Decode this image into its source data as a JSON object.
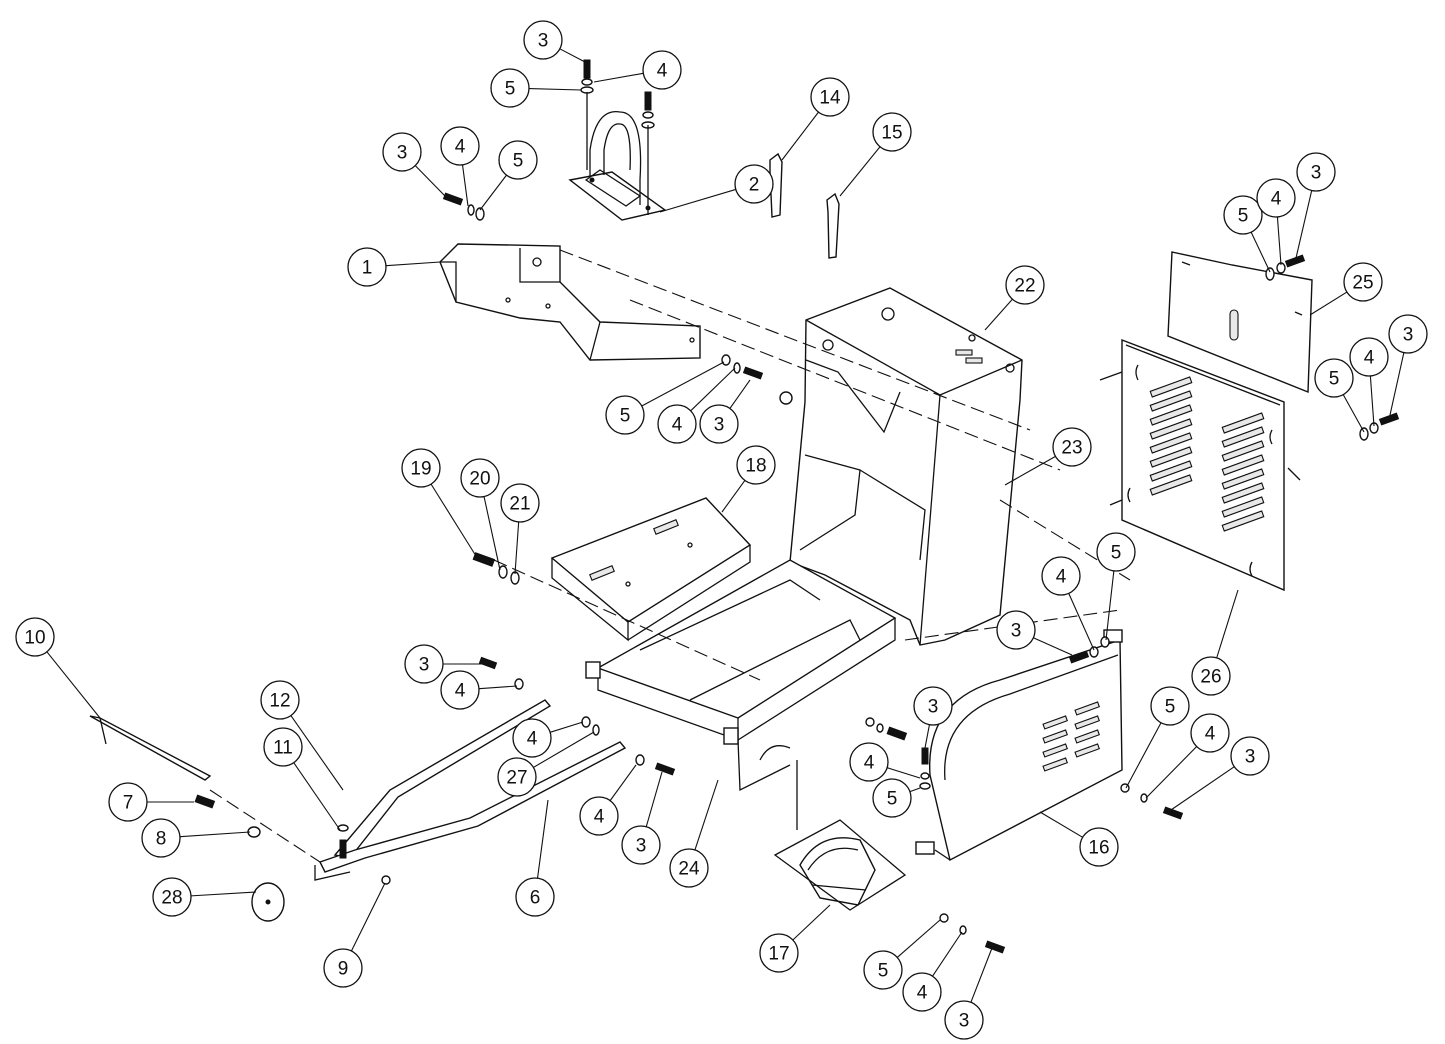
{
  "diagram": {
    "callouts": [
      {
        "id": "c1",
        "label": "1"
      },
      {
        "id": "c2",
        "label": "2"
      },
      {
        "id": "c3a",
        "label": "3"
      },
      {
        "id": "c4a",
        "label": "4"
      },
      {
        "id": "c5a",
        "label": "5"
      },
      {
        "id": "c3b",
        "label": "3"
      },
      {
        "id": "c4b",
        "label": "4"
      },
      {
        "id": "c5b",
        "label": "5"
      },
      {
        "id": "c5c",
        "label": "5"
      },
      {
        "id": "c4c",
        "label": "4"
      },
      {
        "id": "c3c",
        "label": "3"
      },
      {
        "id": "c14",
        "label": "14"
      },
      {
        "id": "c15",
        "label": "15"
      },
      {
        "id": "c22",
        "label": "22"
      },
      {
        "id": "c23",
        "label": "23"
      },
      {
        "id": "c18",
        "label": "18"
      },
      {
        "id": "c19",
        "label": "19"
      },
      {
        "id": "c20",
        "label": "20"
      },
      {
        "id": "c21",
        "label": "21"
      },
      {
        "id": "c5d",
        "label": "5"
      },
      {
        "id": "c4d",
        "label": "4"
      },
      {
        "id": "c3d",
        "label": "3"
      },
      {
        "id": "c25",
        "label": "25"
      },
      {
        "id": "c3e",
        "label": "3"
      },
      {
        "id": "c4e",
        "label": "4"
      },
      {
        "id": "c5e",
        "label": "5"
      },
      {
        "id": "c26",
        "label": "26"
      },
      {
        "id": "c4f",
        "label": "4"
      },
      {
        "id": "c5f",
        "label": "5"
      },
      {
        "id": "c3f",
        "label": "3"
      },
      {
        "id": "c10",
        "label": "10"
      },
      {
        "id": "c3g",
        "label": "3"
      },
      {
        "id": "c4g",
        "label": "4"
      },
      {
        "id": "c12",
        "label": "12"
      },
      {
        "id": "c11",
        "label": "11"
      },
      {
        "id": "c7",
        "label": "7"
      },
      {
        "id": "c8",
        "label": "8"
      },
      {
        "id": "c28",
        "label": "28"
      },
      {
        "id": "c9",
        "label": "9"
      },
      {
        "id": "c6",
        "label": "6"
      },
      {
        "id": "c4h",
        "label": "4"
      },
      {
        "id": "c27",
        "label": "27"
      },
      {
        "id": "c4i",
        "label": "4"
      },
      {
        "id": "c3h",
        "label": "3"
      },
      {
        "id": "c24",
        "label": "24"
      },
      {
        "id": "c3i",
        "label": "3"
      },
      {
        "id": "c4j",
        "label": "4"
      },
      {
        "id": "c5g",
        "label": "5"
      },
      {
        "id": "c5h",
        "label": "5"
      },
      {
        "id": "c4k",
        "label": "4"
      },
      {
        "id": "c3j",
        "label": "3"
      },
      {
        "id": "c16",
        "label": "16"
      },
      {
        "id": "c17",
        "label": "17"
      },
      {
        "id": "c5i",
        "label": "5"
      },
      {
        "id": "c4l",
        "label": "4"
      },
      {
        "id": "c3k",
        "label": "3"
      }
    ]
  }
}
